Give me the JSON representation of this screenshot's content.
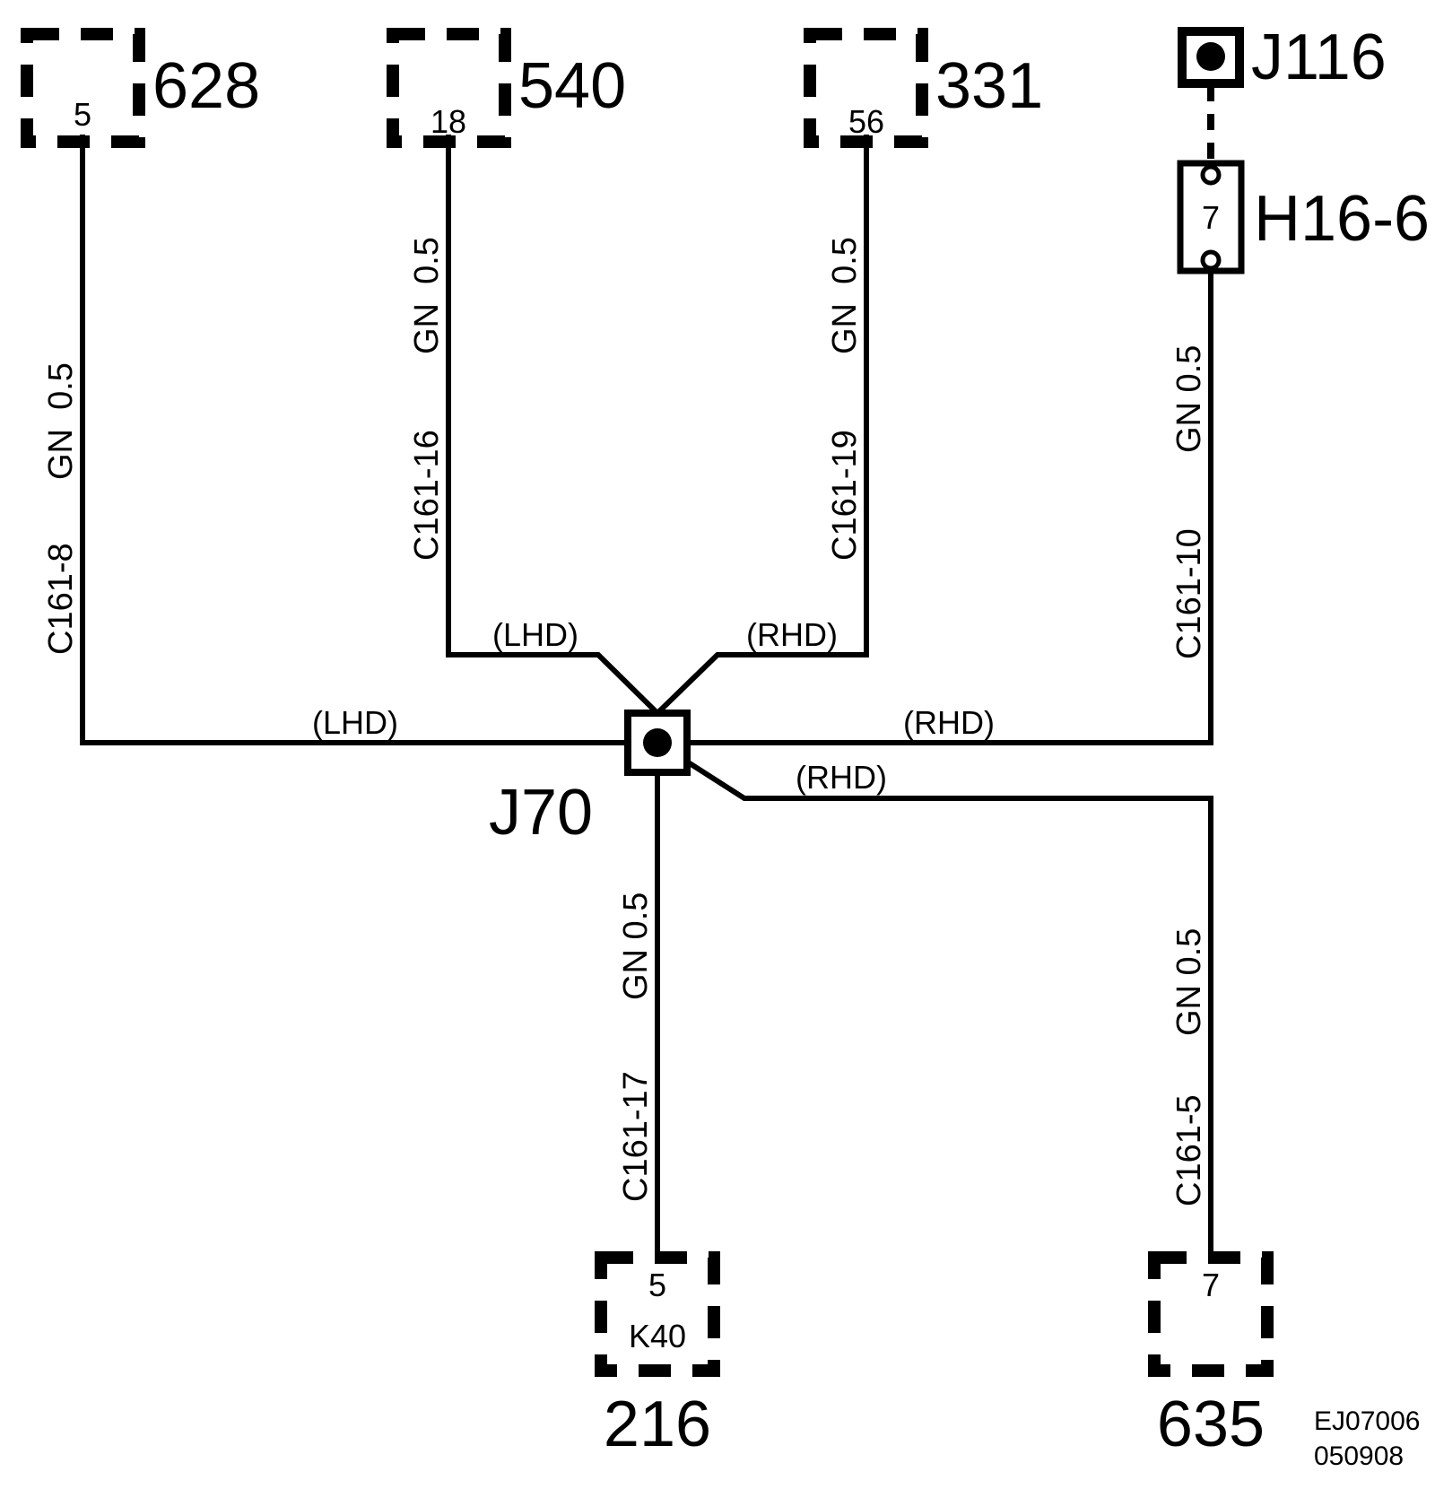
{
  "connectors": {
    "c628": {
      "name": "628",
      "pin": "5"
    },
    "c540": {
      "name": "540",
      "pin": "18"
    },
    "c331": {
      "name": "331",
      "pin": "56"
    },
    "c216": {
      "name": "216",
      "pin": "5",
      "sub": "K40"
    },
    "c635": {
      "name": "635",
      "pin": "7"
    }
  },
  "splices": {
    "j70": {
      "name": "J70"
    },
    "j116": {
      "name": "J116"
    }
  },
  "fuse_h16_6": {
    "name": "H16-6",
    "pin": "7"
  },
  "wires": {
    "w628": {
      "circuit": "C161-8",
      "spec": "GN  0.5"
    },
    "w540": {
      "circuit": "C161-16",
      "spec": "GN  0.5"
    },
    "w331": {
      "circuit": "C161-19",
      "spec": "GN  0.5"
    },
    "wH16": {
      "circuit": "C161-10",
      "spec": "GN 0.5"
    },
    "w216": {
      "circuit": "C161-17",
      "spec": "GN 0.5"
    },
    "w635": {
      "circuit": "C161-5",
      "spec": "GN 0.5"
    }
  },
  "options": {
    "lhd_540": "(LHD)",
    "rhd_331": "(RHD)",
    "lhd_main": "(LHD)",
    "rhd_main": "(RHD)",
    "rhd_635": "(RHD)"
  },
  "drawing_code": {
    "line1": "EJ07006",
    "line2": "050908"
  }
}
